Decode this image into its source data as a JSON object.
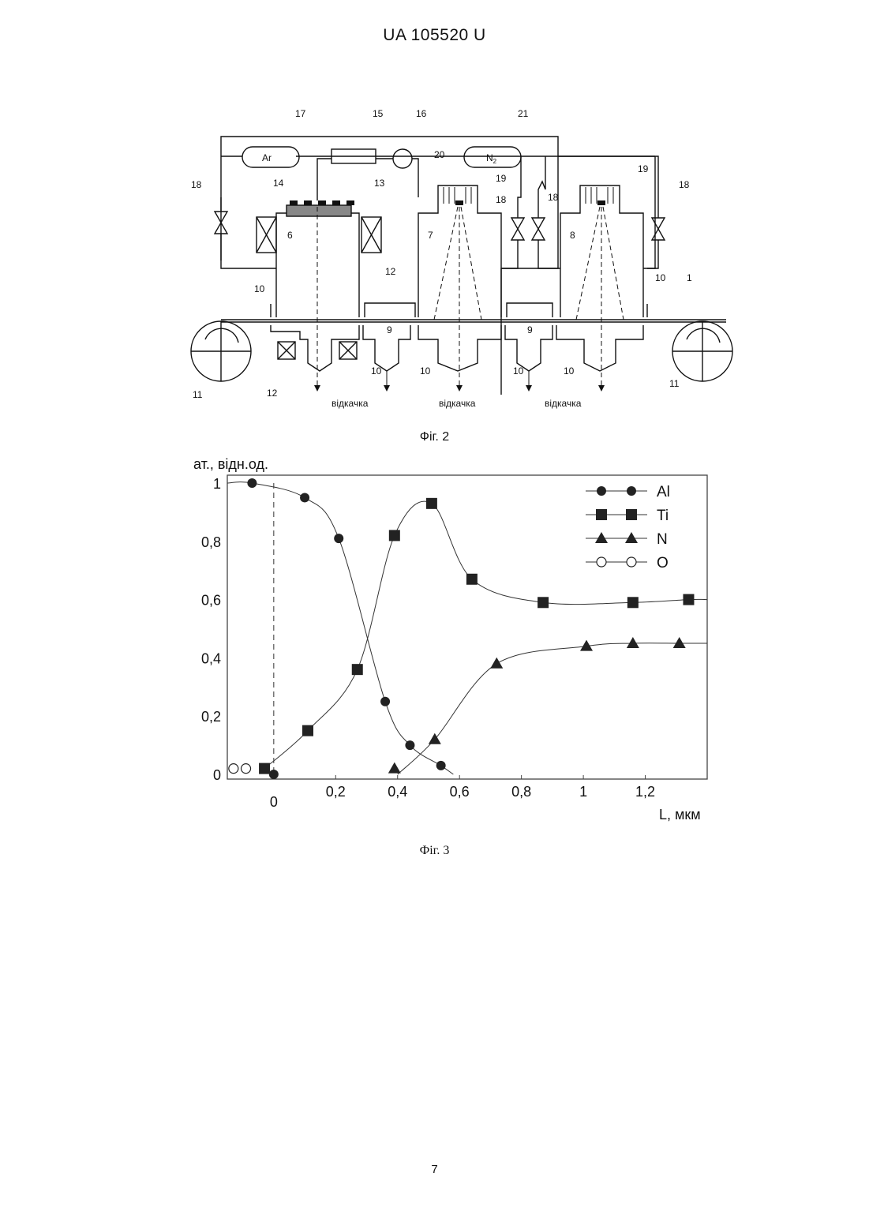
{
  "header": {
    "patent_number": "UA   105520   U"
  },
  "figure2": {
    "caption": "Фіг. 2",
    "gas_left": "Ar",
    "gas_right": "N",
    "gas_right_sub": "2",
    "pump_label": "відкачка",
    "labels": {
      "l17": "17",
      "l15": "15",
      "l16": "16",
      "l21": "21",
      "l20": "20",
      "l19a": "19",
      "l19b": "19",
      "l18a": "18",
      "l18b": "18",
      "l18c": "18",
      "l18d": "18",
      "l14": "14",
      "l13": "13",
      "l6": "6",
      "l7": "7",
      "l8": "8",
      "l12a": "12",
      "l12b": "12",
      "l10a": "10",
      "l10b": "10",
      "l10c": "10",
      "l10d": "10",
      "l10e": "10",
      "l10f": "10",
      "l1": "1",
      "l9a": "9",
      "l9b": "9",
      "l11a": "11",
      "l11b": "11"
    }
  },
  "figure3": {
    "caption": "Фіг. 3"
  },
  "chart_data": {
    "type": "line",
    "title": "",
    "ylabel": "ат., відн.од.",
    "xlabel": "L, мкм",
    "xlim": [
      -0.15,
      1.4
    ],
    "ylim": [
      0,
      1
    ],
    "x_ticks": [
      "0,2",
      "0,4",
      "0,6",
      "0,8",
      "1",
      "1,2"
    ],
    "x_tick_values": [
      0.2,
      0.4,
      0.6,
      0.8,
      1.0,
      1.2
    ],
    "x_zero_label": "0",
    "y_ticks": [
      "0",
      "0,2",
      "0,4",
      "0,6",
      "0,8",
      "1"
    ],
    "y_tick_values": [
      0,
      0.2,
      0.4,
      0.6,
      0.8,
      1.0
    ],
    "grid": false,
    "legend_position": "top-right",
    "series": [
      {
        "name": "Al",
        "marker": "circle-filled",
        "x": [
          -0.07,
          0.0,
          0.1,
          0.21,
          0.36,
          0.44,
          0.54
        ],
        "y": [
          1.0,
          0.0,
          0.95,
          0.81,
          0.25,
          0.1,
          0.03
        ]
      },
      {
        "name": "Ti",
        "marker": "square-filled",
        "x": [
          -0.03,
          0.11,
          0.27,
          0.39,
          0.51,
          0.64,
          0.87,
          1.16,
          1.34
        ],
        "y": [
          0.02,
          0.15,
          0.36,
          0.82,
          0.93,
          0.67,
          0.59,
          0.59,
          0.6
        ]
      },
      {
        "name": "N",
        "marker": "triangle-filled",
        "x": [
          0.39,
          0.52,
          0.72,
          1.01,
          1.16,
          1.31
        ],
        "y": [
          0.02,
          0.12,
          0.38,
          0.44,
          0.45,
          0.45
        ]
      },
      {
        "name": "O",
        "marker": "circle-open",
        "x": [
          -0.13,
          -0.09
        ],
        "y": [
          0.02,
          0.02
        ]
      }
    ]
  },
  "footer": {
    "page_number": "7"
  }
}
